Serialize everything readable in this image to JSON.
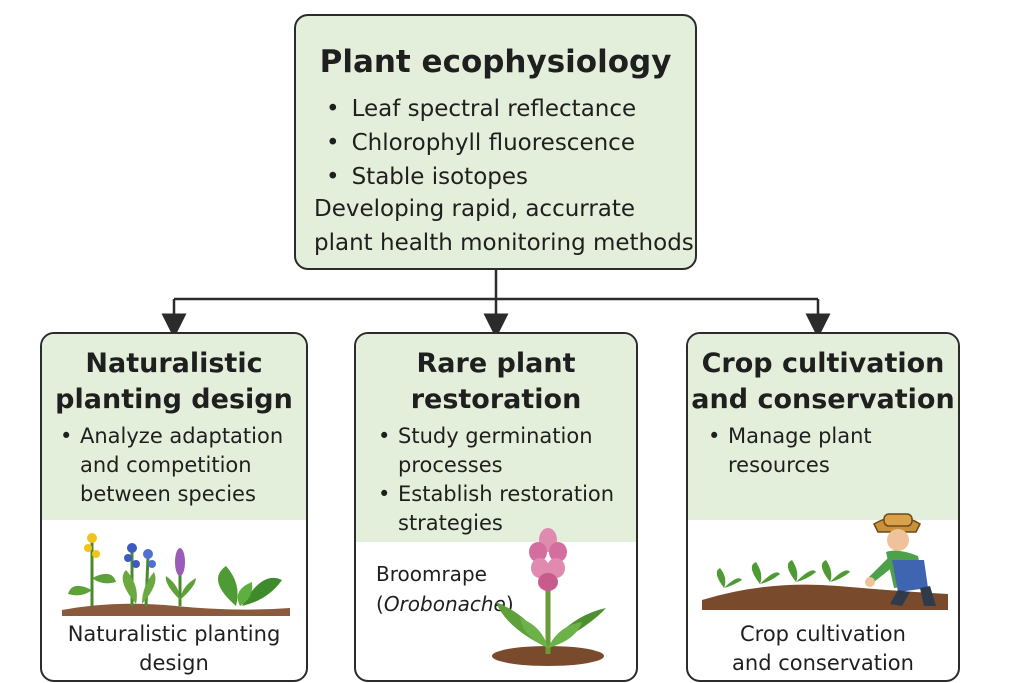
{
  "root": {
    "title": "Plant ecophysiology",
    "bullets": [
      "Leaf spectral reflectance",
      "Chlorophyll fluorescence",
      "Stable isotopes"
    ],
    "description_line1": "Developing rapid, accurrate",
    "description_line2": "plant health monitoring methods"
  },
  "children": [
    {
      "title_line1": "Naturalistic",
      "title_line2": "planting design",
      "bullets": [
        "Analyze adaptation and competition between species"
      ],
      "caption_line1": "Naturalistic planting",
      "caption_line2": "design",
      "illustration": "wildflower-bed-illustration"
    },
    {
      "title_line1": "Rare plant",
      "title_line2": "restoration",
      "bullets": [
        "Study germination processes",
        "Establish restoration strategies"
      ],
      "caption_common": "Broomrape",
      "caption_open": "(",
      "caption_scientific": "Orobonache",
      "caption_close": ")",
      "illustration": "broomrape-plant-illustration"
    },
    {
      "title_line1": "Crop cultivation",
      "title_line2": "and conservation",
      "bullets": [
        "Manage plant resources"
      ],
      "caption_line1": "Crop cultivation",
      "caption_line2": "and conservation",
      "illustration": "farmer-planting-seedlings-illustration"
    }
  ],
  "colors": {
    "box_fill": "#e4efdb",
    "border": "#2b2b2b",
    "connector": "#2b2b2b"
  }
}
